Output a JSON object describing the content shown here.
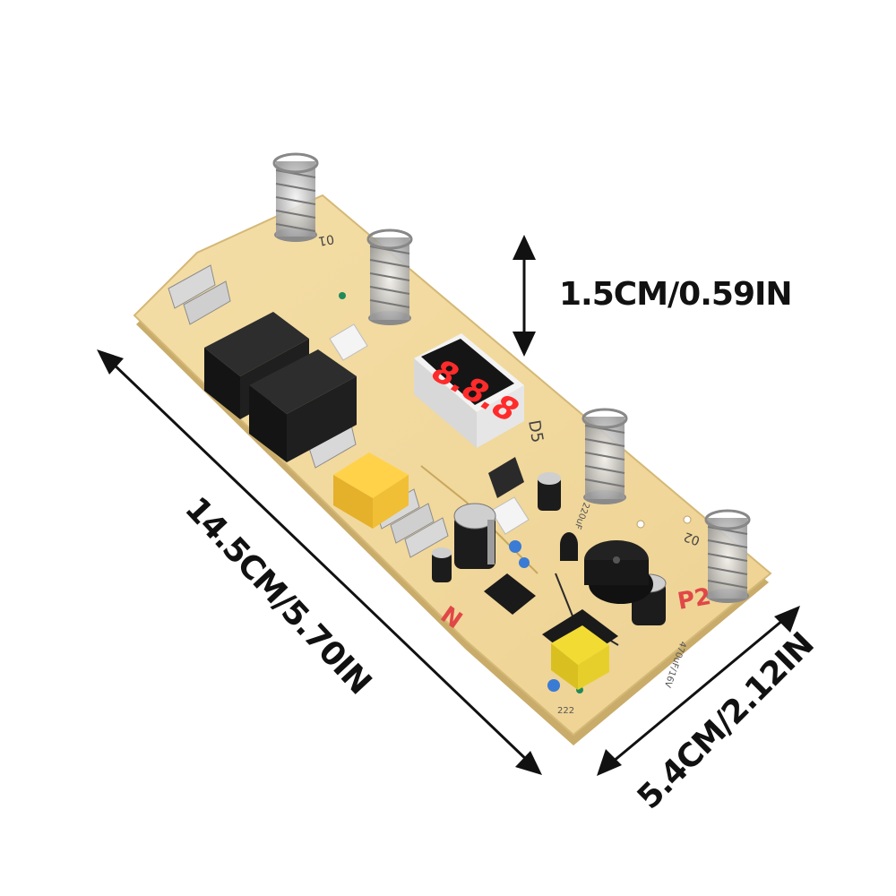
{
  "dimensions": {
    "height_label": "1.5CM/0.59IN",
    "length_label": "14.5CM/5.70IN",
    "width_label": "5.4CM/2.12IN"
  },
  "board": {
    "display_digits": "8.8.8",
    "marking_n": "N",
    "marking_p": "P2",
    "marking_d": "D5",
    "marking_01": "01",
    "marking_02": "02",
    "cap_label": "470uF/16V",
    "cap_label_2": "220uF",
    "ref_222": "222"
  },
  "colors": {
    "board": "#f2d99a",
    "board_edge": "#d9bf7d",
    "relay": "#1b1b1b",
    "arrow": "#111111",
    "display_red": "#ff2222"
  }
}
